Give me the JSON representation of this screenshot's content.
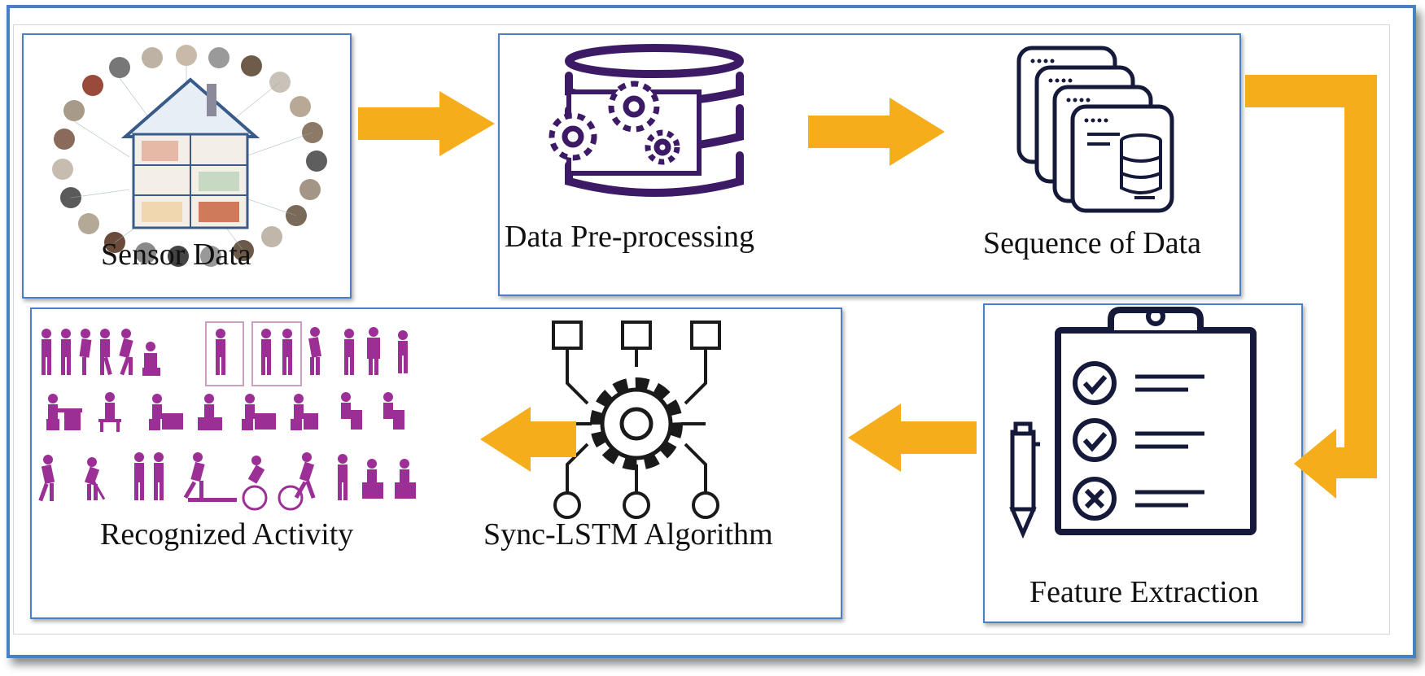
{
  "nodes": {
    "sensor": {
      "label": "Sensor Data"
    },
    "preprocess": {
      "label": "Data Pre-processing"
    },
    "sequence": {
      "label": "Sequence of Data"
    },
    "feature": {
      "label": "Feature Extraction"
    },
    "algorithm": {
      "label": "Sync-LSTM Algorithm"
    },
    "activity": {
      "label": "Recognized Activity"
    }
  },
  "colors": {
    "border": "#4a7fc4",
    "arrow": "#f5ad1c",
    "icon_purple": "#3c1a66",
    "activity_magenta": "#9c2f96",
    "icon_navy": "#161a3a"
  }
}
